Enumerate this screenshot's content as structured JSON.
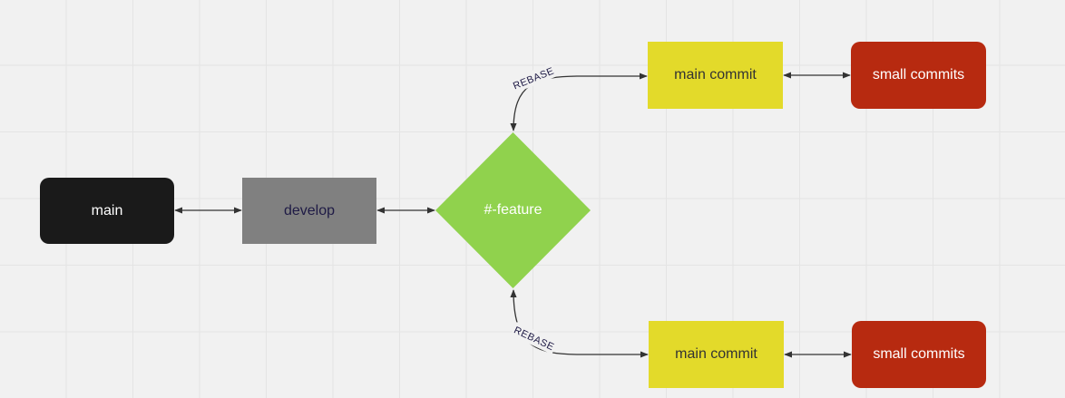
{
  "colors": {
    "main_fill": "#1a1a1a",
    "main_text": "#ffffff",
    "develop_fill": "#808080",
    "develop_text": "#1e1a45",
    "feature_fill": "#90d24d",
    "feature_text": "#ffffff",
    "commit_fill": "#e3da2a",
    "commit_text": "#333333",
    "small_fill": "#b72a10",
    "small_text": "#ffffff",
    "edge": "#333333",
    "rebase_text": "#1e1a45"
  },
  "nodes": {
    "main": {
      "label": "main"
    },
    "develop": {
      "label": "develop"
    },
    "feature": {
      "label": "#-feature"
    },
    "commit_top": {
      "label": "main commit"
    },
    "small_top": {
      "label": "small commits"
    },
    "commit_bottom": {
      "label": "main commit"
    },
    "small_bottom": {
      "label": "small commits"
    }
  },
  "edges": {
    "rebase_top": {
      "label": "REBASE"
    },
    "rebase_bottom": {
      "label": "REBASE"
    }
  }
}
